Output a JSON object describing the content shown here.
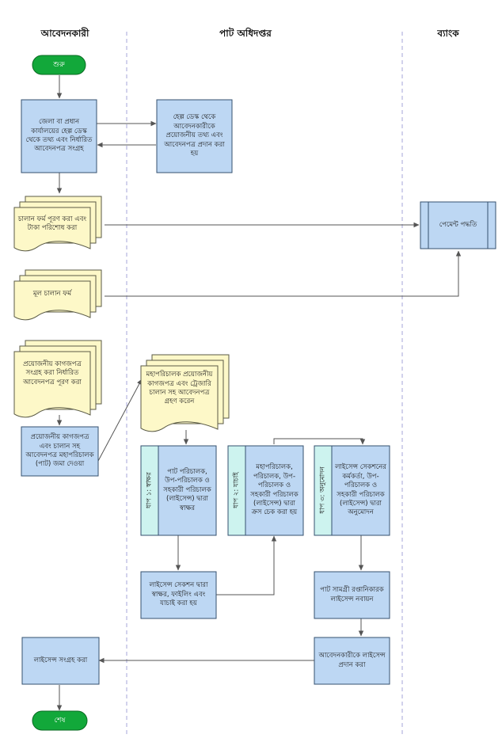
{
  "lanes": {
    "applicant": "আবেদনকারী",
    "jute_department": "পাট অধিদপ্তর",
    "bank": "ব্যাংক"
  },
  "nodes": {
    "start": "শুরু",
    "collect_form": "জেলা বা প্রধান কার্যালয়ের হেল্প ডেস্ক থেকে তথ্য এবং নির্ধারিত আবেদনপত্র সংগ্রহ",
    "help_desk": "হেল্প ডেস্ক থেকে আবেদনকারীকে প্রয়োজনীয় তথ্য এবং আবেদনপত্র প্রদান করা হয়",
    "challan_fill": "চালান ফর্ম পূরণ করা এবং টাকা পরিশোধ করা",
    "payment": "পেমেন্ট পদ্ধতি",
    "original_challan": "মূল চালান ফর্ম",
    "gather_docs": "প্রয়োজনীয় কাগজপত্র সংগ্রহ করা নির্ধারিত আবেদনপত্র পূরণ করা",
    "submit": "প্রয়োজনীয় কাগজপত্র এবং চালান সহ আবেদনপত্র মহাপরিচালক (পাট) জমা দেওয়া",
    "dg_receive": "মহাপরিচালক প্রয়োজনীয় কাগজপত্র এবং ট্রেজারি চালান সহ আবেদনপত্র গ্রহণ করেন",
    "step1_label": "ধাপ ১: স্বাক্ষর",
    "step1_text": "পাট পরিচালক, উপ-পরিচালক ও সহকারী পরিচালক (লাইসেন্স) দ্বারা স্বাক্ষর",
    "step2_label": "ধাপ ২: যাচাই",
    "step2_text": "মহাপরিচালক, পরিচালক, উপ-পরিচালক ও সহকারী পরিচালক (লাইসেন্স) দ্বারা ক্রস চেক করা হয়",
    "step3_label": "ধাপ ৩: অনুমোদন",
    "step3_text": "লাইসেন্স সেকশনের কর্মকর্তা, উপ-পরিচালক ও সহকারী পরিচালক (লাইসেন্স) দ্বারা অনুমোদন",
    "license_section": "লাইসেন্স সেকশন দ্বারা স্বাক্ষর, ফাইলিং এবং যাচাই করা হয়",
    "export_license": "পাট সামগ্রী রপ্তানিকারক লাইসেন্স নবায়ন",
    "provide_license": "আবেদনকারীকে লাইসেন্স প্রদান করা",
    "collect_license": "লাইসেন্স সংগ্রহ করা",
    "end": "শেষ"
  },
  "colors": {
    "process_fill": "#bdd7f3",
    "process_border": "#35506f",
    "document_fill": "#fdf8c8",
    "document_border": "#5a5a46",
    "terminal_fill": "#12a83a",
    "terminal_border": "#0a6a22",
    "step_label_fill": "#cdf3ef",
    "connector": "#555555",
    "lane_divider": "#a6a6d8"
  }
}
